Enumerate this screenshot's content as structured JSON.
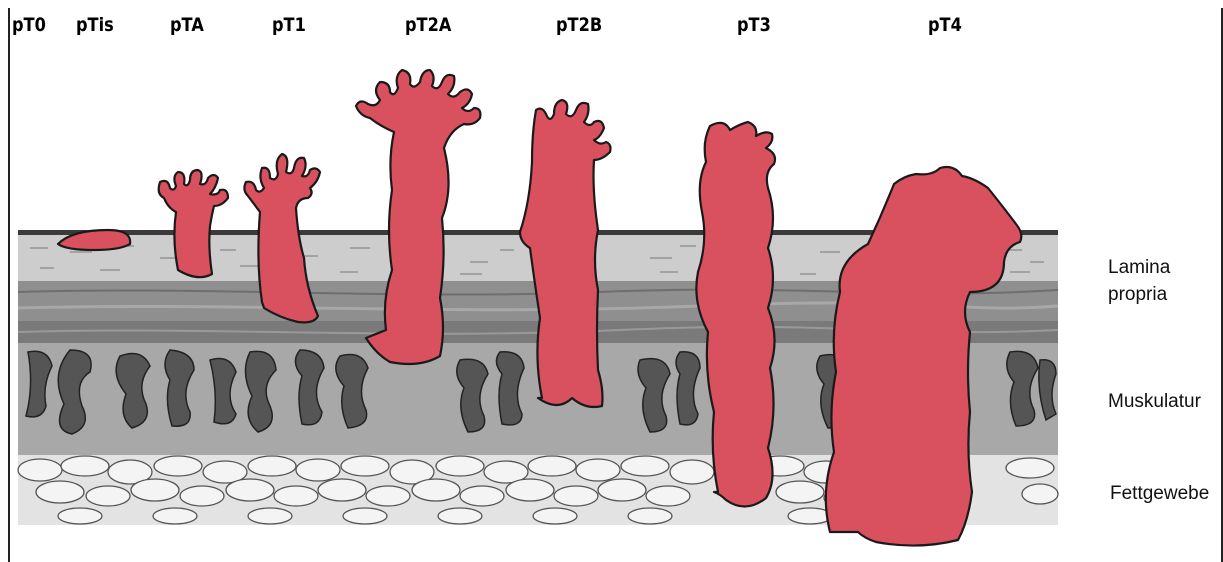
{
  "stages": [
    "pT0",
    "pTis",
    "pTA",
    "pT1",
    "pT2A",
    "pT2B",
    "pT3",
    "pT4"
  ],
  "layers": {
    "lamina_line1": "Lamina",
    "lamina_line2": "propria",
    "muskulatur": "Muskulatur",
    "fettgewebe": "Fettgewebe"
  },
  "colors": {
    "tumor": "#d9505f",
    "tumor_outline": "#1a1a1a",
    "mucosa": "#c9c9c9",
    "lamina_dark": "#8e8e8e",
    "muscle_bg": "#a5a5a5",
    "muscle_fibers": "#555555",
    "fat": "#ececec"
  }
}
